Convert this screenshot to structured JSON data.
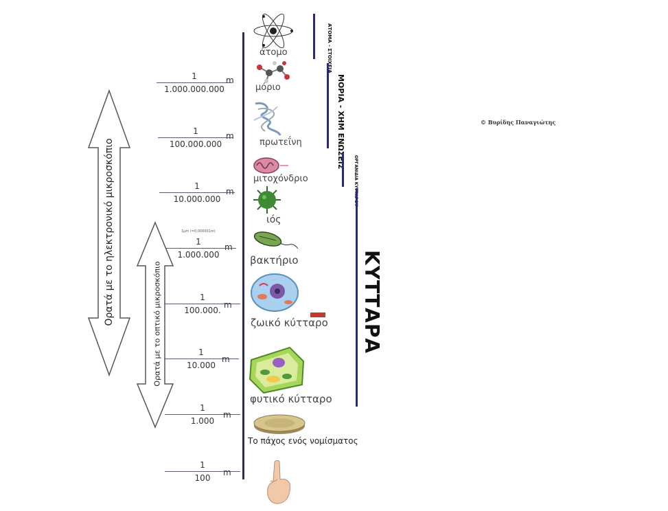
{
  "fractions": [
    {
      "num": "1",
      "den": "1.000.000.000",
      "unit": "m"
    },
    {
      "num": "1",
      "den": "100.000.000",
      "unit": "m"
    },
    {
      "num": "1",
      "den": "10.000.000",
      "unit": "m"
    },
    {
      "num": "1",
      "den": "1.000.000",
      "unit": "m",
      "note": "1μm (=0,000001m)"
    },
    {
      "num": "1",
      "den": "100.000.",
      "unit": "m"
    },
    {
      "num": "1",
      "den": "10.000",
      "unit": "m"
    },
    {
      "num": "1",
      "den": "1.000",
      "unit": "m"
    },
    {
      "num": "1",
      "den": "100",
      "unit": "m"
    }
  ],
  "objects": {
    "atom": "άτομο",
    "molecule": "μόριο",
    "protein": "πρωτεΐνη",
    "mitochondrion": "μιτοχόνδριο",
    "virus": "ιός",
    "bacterium": "βακτήριο",
    "animal_cell": "ζωικό κύτταρο",
    "plant_cell": "φυτικό κύτταρο",
    "coin": "Το πάχος ενός νομίσματος"
  },
  "groups": {
    "atoms": "ΑΤΟΜΑ - ΣΤΟΙΧΕΙΑ",
    "molecules": "ΜΟΡΙΑ - ΧΗΜ ΕΝΩΣΕΙΣ",
    "organelles": "ΟΡΓΑΝΙΔΙΑ ΚΥΤΤΑΡΟΥ",
    "cells": "ΚΥΤΤΑΡΑ"
  },
  "arrows": {
    "electron": "Ορατά με το ηλεκτρονικό μικροσκόπιο",
    "optical": "Ορατά με το οπτικό μικροσκόπιο"
  },
  "credit": "© Βυρίδης Παναγιώτης",
  "colors": {
    "axis": "#2b2a6b"
  }
}
